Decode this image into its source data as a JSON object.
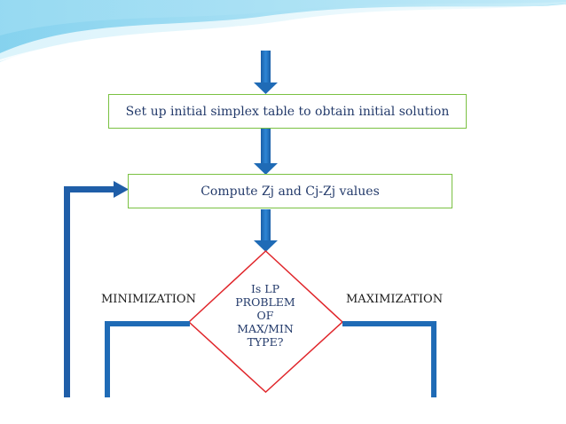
{
  "header": {
    "wave_colors": [
      "#5fc4e8",
      "#9edff3",
      "#d4f1fa"
    ]
  },
  "flowchart": {
    "step1": {
      "label": "Set up initial simplex table to obtain initial solution"
    },
    "step2": {
      "label": "Compute Zj and Cj-Zj values"
    },
    "decision": {
      "lines": [
        "Is LP",
        "PROBLEM",
        "OF",
        "MAX/MIN",
        "TYPE?"
      ]
    },
    "branch_left": {
      "label": "MINIMIZATION"
    },
    "branch_right": {
      "label": "MAXIMIZATION"
    }
  },
  "colors": {
    "arrow": "#1f6bb6",
    "arrow_dark": "#1a4f86",
    "box_border": "#7ac142",
    "diamond_border": "#e0262b",
    "text": "#243b6b"
  }
}
